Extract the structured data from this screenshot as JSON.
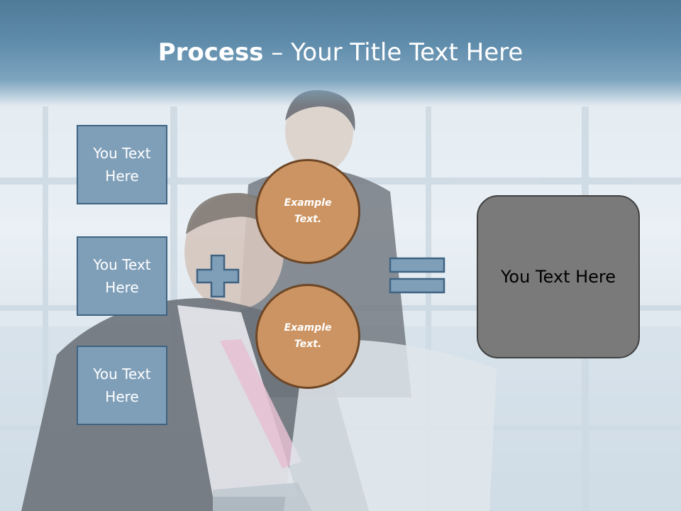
{
  "slide": {
    "title_bold": "Process",
    "title_rest": " – Your Title Text Here"
  },
  "left_boxes": [
    {
      "label": "You Text Here"
    },
    {
      "label": "You Text Here"
    },
    {
      "label": "You Text Here"
    }
  ],
  "circles": [
    {
      "label": "Example Text."
    },
    {
      "label": "Example Text."
    }
  ],
  "result_box": {
    "label": "You Text Here"
  },
  "colors": {
    "title_band": "#5f8cab",
    "box_fill": "#7f9fb9",
    "box_border": "#3f6382",
    "circle_fill": "#cc9462",
    "circle_border": "#6d4626",
    "result_fill": "#7a7a7a",
    "result_border": "#414141"
  },
  "icons": {
    "operator_1": "plus-icon",
    "operator_2": "equals-icon"
  }
}
